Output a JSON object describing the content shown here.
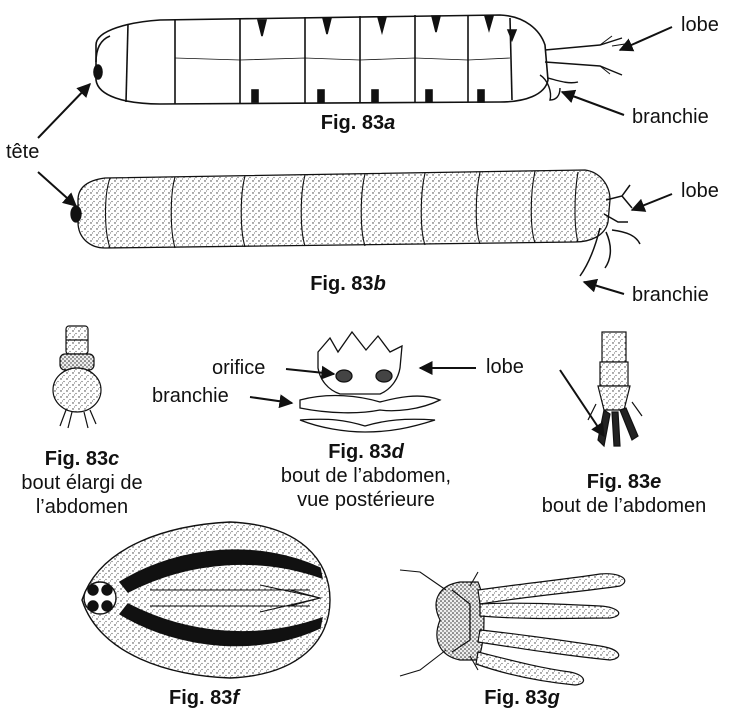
{
  "labels": {
    "tete": "tête",
    "lobe_a": "lobe",
    "branchie_a": "branchie",
    "lobe_b": "lobe",
    "branchie_b": "branchie",
    "orifice": "orifice",
    "branchie_d": "branchie",
    "lobe_de": "lobe"
  },
  "figures": {
    "a": {
      "prefix": "Fig. 83",
      "letter": "a"
    },
    "b": {
      "prefix": "Fig. 83",
      "letter": "b"
    },
    "c": {
      "prefix": "Fig. 83",
      "letter": "c",
      "caption_line1": "bout élargi de",
      "caption_line2": "l’abdomen"
    },
    "d": {
      "prefix": "Fig. 83",
      "letter": "d",
      "caption_line1": "bout de l’abdomen,",
      "caption_line2": "vue postérieure"
    },
    "e": {
      "prefix": "Fig. 83",
      "letter": "e",
      "caption_line1": "bout de l’abdomen"
    },
    "f": {
      "prefix": "Fig. 83",
      "letter": "f"
    },
    "g": {
      "prefix": "Fig. 83",
      "letter": "g"
    }
  }
}
